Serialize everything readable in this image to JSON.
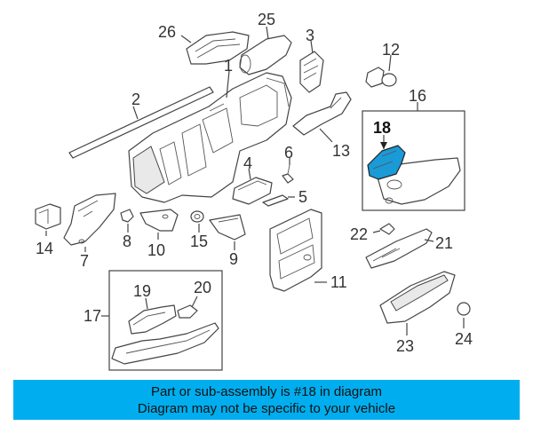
{
  "callouts": {
    "c1": "1",
    "c2": "2",
    "c3": "3",
    "c4": "4",
    "c5": "5",
    "c6": "6",
    "c7": "7",
    "c8": "8",
    "c9": "9",
    "c10": "10",
    "c11": "11",
    "c12": "12",
    "c13": "13",
    "c14": "14",
    "c15": "15",
    "c16": "16",
    "c17": "17",
    "c18": "18",
    "c19": "19",
    "c20": "20",
    "c21": "21",
    "c22": "22",
    "c23": "23",
    "c24": "24",
    "c25": "25",
    "c26": "26"
  },
  "highlight": {
    "part_number": "18",
    "color": "#1a9ad6"
  },
  "banner": {
    "line1": "Part or sub-assembly is #18 in diagram",
    "line2": "Diagram may not be specific to your vehicle",
    "background": "#00aeef"
  }
}
